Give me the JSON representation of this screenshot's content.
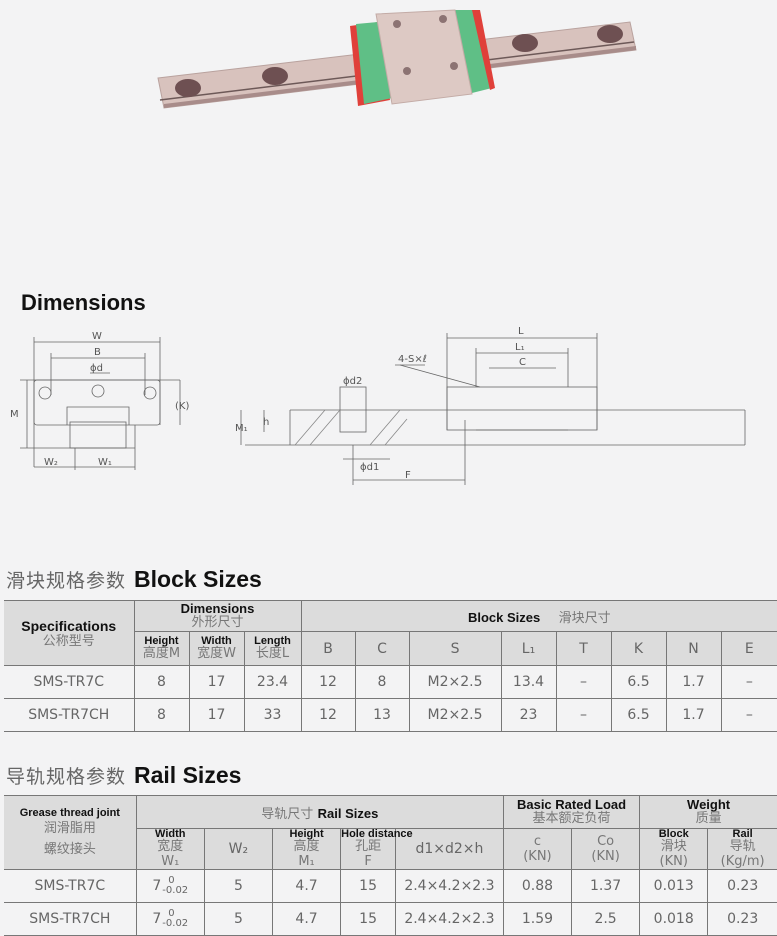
{
  "photo": {
    "subject": "miniature linear guide rail with green/red block",
    "colors": {
      "rail": "#d9c4bf",
      "seal_green": "#5fbf86",
      "seal_red": "#e0403a"
    }
  },
  "dimensions_heading": "Dimensions",
  "diagram_front": {
    "labels": [
      "W",
      "B",
      "ϕd",
      "M",
      "(K)",
      "W₂",
      "W₁"
    ]
  },
  "diagram_side": {
    "labels": [
      "L",
      "L₁",
      "C",
      "4-S×ℓ",
      "ϕd2",
      "h",
      "M₁",
      "ϕd1",
      "F"
    ]
  },
  "block": {
    "title_cn": "滑块规格参数",
    "title_en": "Block Sizes",
    "header": {
      "spec_en": "Specifications",
      "spec_cn": "公称型号",
      "dims_en": "Dimensions",
      "dims_cn": "外形尺寸",
      "blocksizes_en": "Block Sizes",
      "blocksizes_cn": "滑块尺寸",
      "height_en": "Height",
      "height_cn": "高度M",
      "width_en": "Width",
      "width_cn": "宽度W",
      "length_en": "Length",
      "length_cn": "长度L",
      "cols": [
        "B",
        "C",
        "S",
        "L₁",
        "T",
        "K",
        "N",
        "E"
      ]
    },
    "rows": [
      {
        "spec": "SMS-TR7C",
        "M": "8",
        "W": "17",
        "L": "23.4",
        "B": "12",
        "C": "8",
        "S": "M2×2.5",
        "L1": "13.4",
        "T": "–",
        "K": "6.5",
        "N": "1.7",
        "E": "–"
      },
      {
        "spec": "SMS-TR7CH",
        "M": "8",
        "W": "17",
        "L": "33",
        "B": "12",
        "C": "13",
        "S": "M2×2.5",
        "L1": "23",
        "T": "–",
        "K": "6.5",
        "N": "1.7",
        "E": "–"
      }
    ]
  },
  "rail": {
    "title_cn": "导轨规格参数",
    "title_en": "Rail Sizes",
    "header": {
      "grease_en": "Grease thread  joint",
      "grease_cn1": "润滑脂用",
      "grease_cn2": "螺纹接头",
      "railsizes_cn": "导轨尺寸",
      "railsizes_en": "Rail Sizes",
      "load_en": "Basic Rated Load",
      "load_cn": "基本额定负荷",
      "weight_en": "Weight",
      "weight_cn": "质量",
      "width_en": "Width",
      "width_cn": "宽度",
      "width_sym": "W₁",
      "w2": "W₂",
      "height_en": "Height",
      "height_cn": "高度",
      "height_sym": "M₁",
      "hole_en": "Hole distance",
      "hole_cn": "孔距",
      "hole_sym": "F",
      "d": "d1×d2×h",
      "c": "c",
      "c_unit": "(KN)",
      "co": "Co",
      "co_unit": "(KN)",
      "block_en": "Block",
      "block_cn": "滑块",
      "block_unit": "(KN)",
      "railw_en": "Rail",
      "railw_cn": "导轨",
      "railw_unit": "(Kg/m)"
    },
    "rows": [
      {
        "spec": "SMS-TR7C",
        "W1": "7",
        "W1_tol_up": "0",
        "W1_tol_low": "-0.02",
        "W2": "5",
        "M1": "4.7",
        "F": "15",
        "d": "2.4×4.2×2.3",
        "c": "0.88",
        "co": "1.37",
        "block": "0.013",
        "rail": "0.23"
      },
      {
        "spec": "SMS-TR7CH",
        "W1": "7",
        "W1_tol_up": "0",
        "W1_tol_low": "-0.02",
        "W2": "5",
        "M1": "4.7",
        "F": "15",
        "d": "2.4×4.2×2.3",
        "c": "1.59",
        "co": "2.5",
        "block": "0.018",
        "rail": "0.23"
      }
    ]
  }
}
